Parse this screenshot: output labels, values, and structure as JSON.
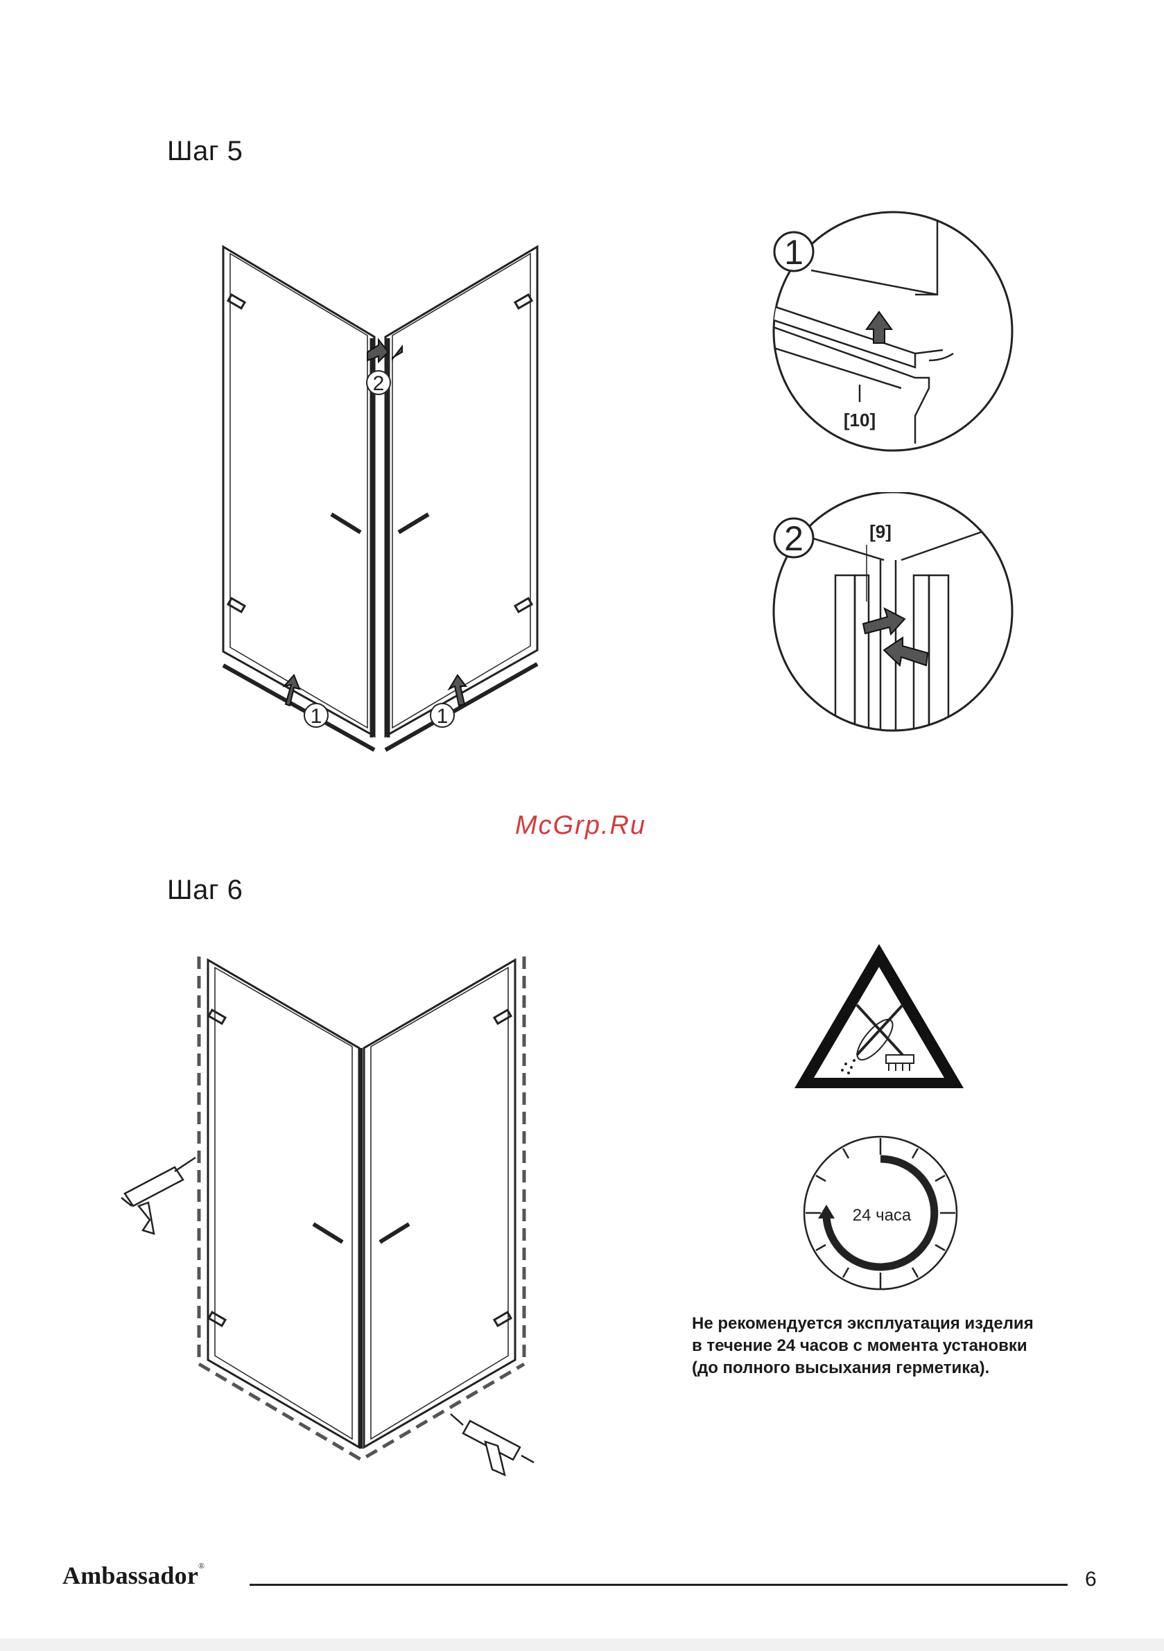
{
  "step5": {
    "title": "Шаг 5",
    "callouts": {
      "one": "1",
      "two": "2"
    },
    "detail1": {
      "number": "1",
      "part_label": "[10]"
    },
    "detail2": {
      "number": "2",
      "part_label": "[9]"
    }
  },
  "watermark": "McGrp.Ru",
  "step6": {
    "title": "Шаг 6",
    "clock": {
      "label": "24 часа"
    },
    "note": {
      "line1": "Не рекомендуется эксплуатация изделия",
      "line2": "в течение 24 часов с момента установки",
      "line3": "(до полного высыхания герметика)."
    }
  },
  "footer": {
    "brand": "Ambassador",
    "registered": "®",
    "page_number": "6"
  }
}
